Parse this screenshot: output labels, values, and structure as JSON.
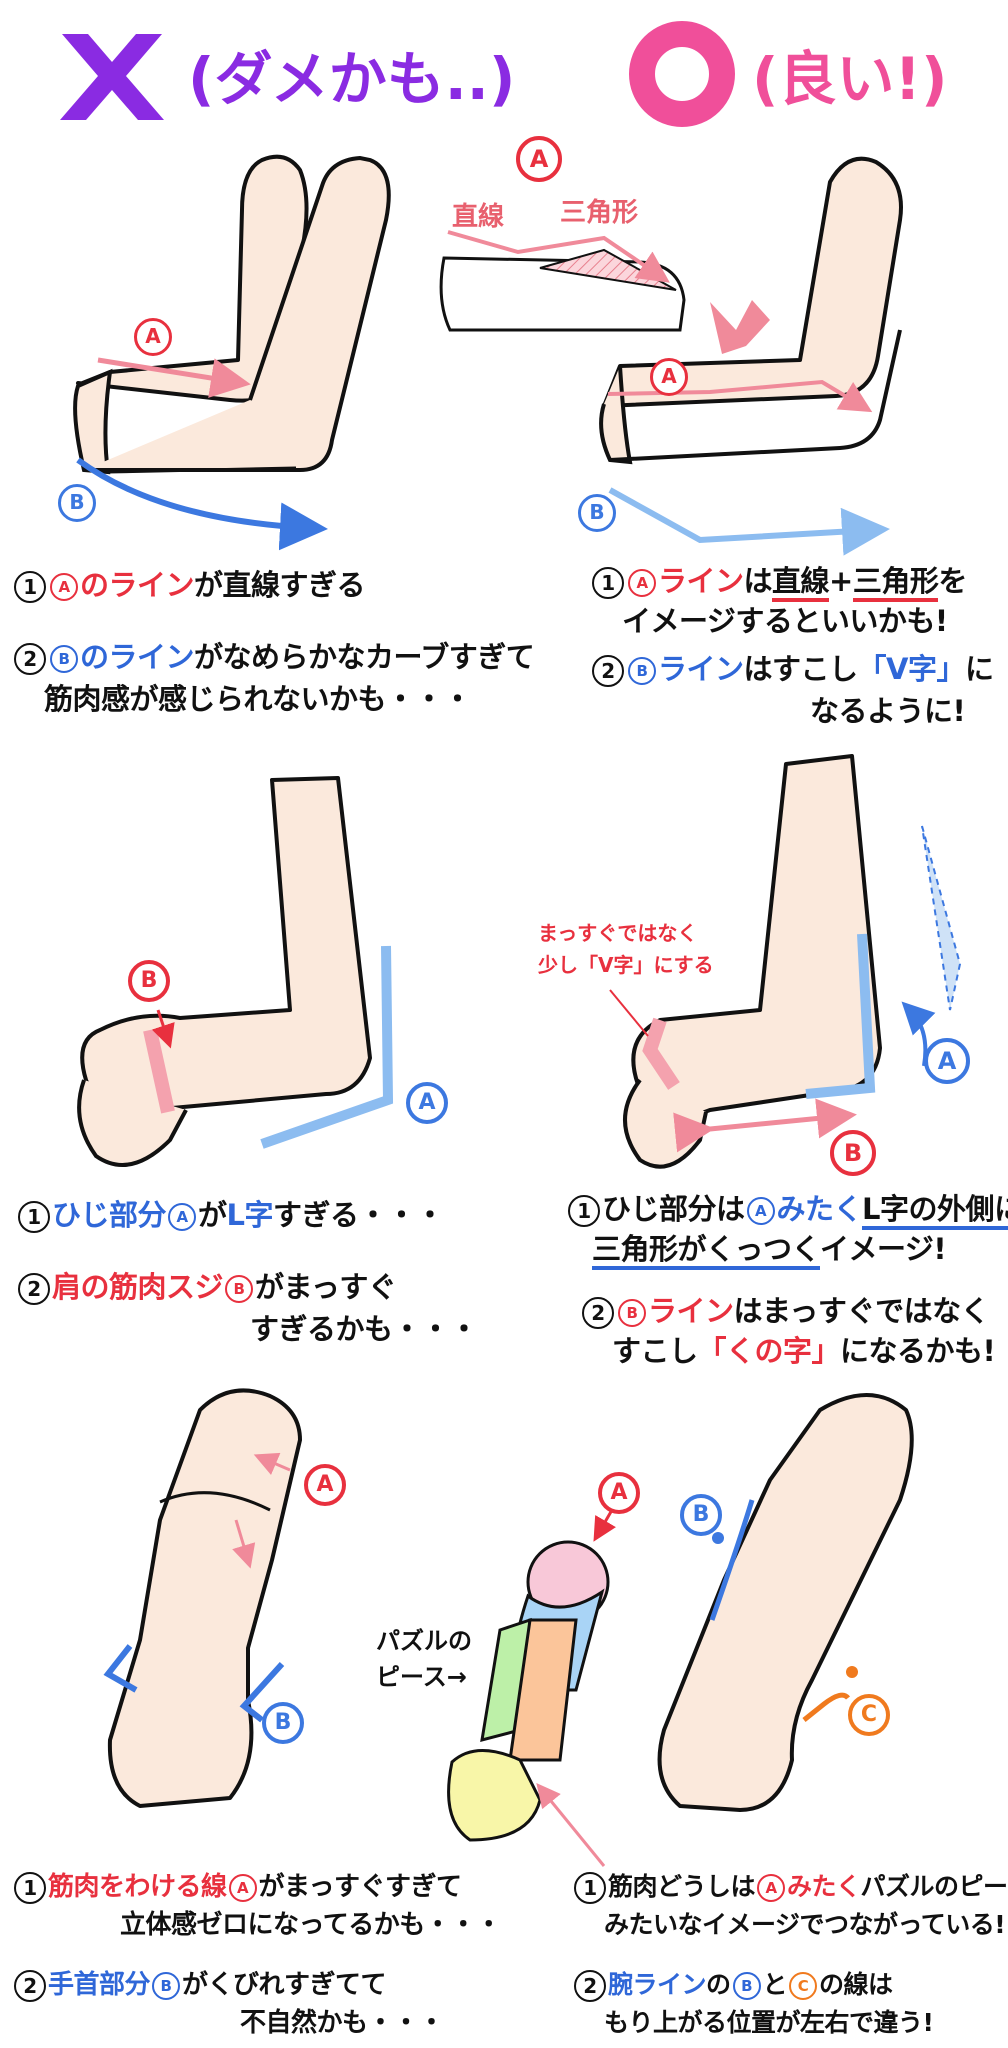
{
  "header": {
    "bad_mark": "✕",
    "bad_label": "(ダメかも..)",
    "good_mark": "○",
    "good_label": "(良い!)"
  },
  "colors": {
    "skin": "#fbe9dc",
    "red": "#e8303e",
    "blue": "#2f67d8",
    "purple": "#8a2be2",
    "pink": "#f04f9a"
  },
  "markers": {
    "a": "A",
    "b": "B",
    "c": "C"
  },
  "section1": {
    "inset_straight": "直線",
    "inset_triangle": "三角形",
    "bad": {
      "line1": {
        "num": "1",
        "mid": "のライン",
        "rest": "が直線すぎる"
      },
      "line2": {
        "num": "2",
        "mid": "のライン",
        "rest": "がなめらかなカーブすぎて"
      },
      "line3": "筋肉感が感じられないかも・・・"
    },
    "good": {
      "line1": {
        "num": "1",
        "mid": "ライン",
        "p1": "は",
        "u1": "直線",
        "plus": "+",
        "u2": "三角形",
        "rest": "を"
      },
      "line2": "イメージするといいかも!",
      "line3": {
        "num": "2",
        "mid": "ライン",
        "p1": "はすこし",
        "hl": "「V字」",
        "rest": "に"
      },
      "line4": "なるように!"
    }
  },
  "section2": {
    "annotation": [
      "まっすぐではなく",
      "少し「V字」にする"
    ],
    "bad": {
      "line1": {
        "num": "1",
        "hl": "ひじ部分",
        "mid": "が",
        "hl2": "L字",
        "rest": "すぎる・・・"
      },
      "line2": {
        "num": "2",
        "hl": "肩の筋肉スジ",
        "rest": "がまっすぐ"
      },
      "line3": "すぎるかも・・・"
    },
    "good": {
      "line1": {
        "num": "1",
        "pre": "ひじ部分は",
        "mid": "みたく",
        "u1": "L字の外側に"
      },
      "line2": {
        "u2": "三角形がくっつく",
        "rest": "イメージ!"
      },
      "line3": {
        "num": "2",
        "mid": "ライン",
        "rest": "はまっすぐではなく"
      },
      "line4": {
        "pre": "すこし",
        "hl": "「くの字」",
        "rest": "になるかも!"
      }
    }
  },
  "section3": {
    "puzzle_label": [
      "パズルの",
      "ピース→"
    ],
    "bad": {
      "line1": {
        "num": "1",
        "hl": "筋肉をわける線",
        "rest": "がまっすぐすぎて"
      },
      "line2": "立体感ゼロになってるかも・・・",
      "line3": {
        "num": "2",
        "hl": "手首部分",
        "rest": "がくびれすぎてて"
      },
      "line4": "不自然かも・・・"
    },
    "good": {
      "line1": {
        "num": "1",
        "pre": "筋肉どうしは",
        "hl": "みたく",
        "rest": "パズルのピース"
      },
      "line2": "みたいなイメージでつながっている!",
      "line3": {
        "num": "2",
        "hl": "腕ライン",
        "p1": "の",
        "p2": "と",
        "rest": "の線は"
      },
      "line4": "もり上がる位置が左右で違う!"
    }
  }
}
